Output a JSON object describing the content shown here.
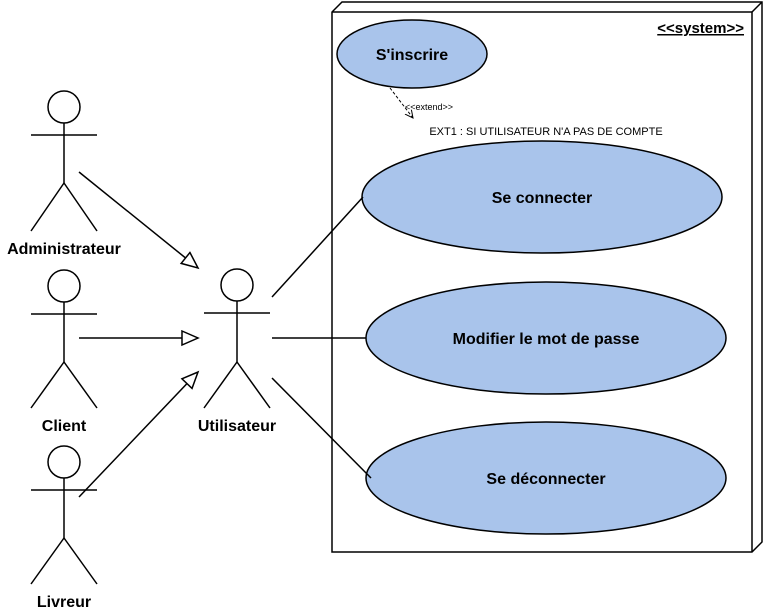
{
  "system": {
    "stereotype": "<<system>>"
  },
  "actors": {
    "administrateur": "Administrateur",
    "client": "Client",
    "livreur": "Livreur",
    "utilisateur": "Utilisateur"
  },
  "use_cases": {
    "sinscrire": "S'inscrire",
    "se_connecter": "Se connecter",
    "modifier_mdp": "Modifier le mot de passe",
    "se_deconnecter": "Se déconnecter"
  },
  "relations": {
    "extend_label": "<<extend>>",
    "extension_point": "EXT1 : SI UTILISATEUR N'A PAS DE COMPTE"
  },
  "colors": {
    "usecase_fill": "#a9c4eb",
    "stroke": "#000000"
  }
}
